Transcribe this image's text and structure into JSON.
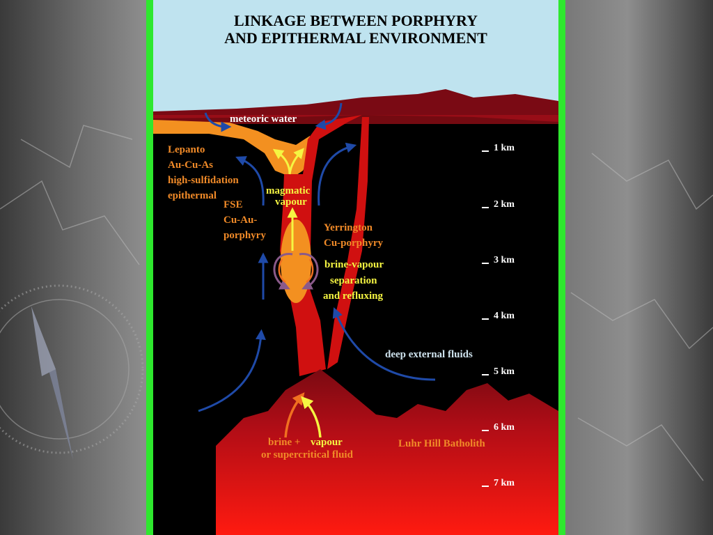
{
  "title": {
    "line1": "LINKAGE BETWEEN PORPHYRY",
    "line2": "AND EPITHERMAL ENVIRONMENT"
  },
  "labels": {
    "meteoric_water": "meteoric water",
    "lepanto": [
      "Lepanto",
      "Au-Cu-As",
      "high-sulfidation",
      "epithermal"
    ],
    "magmatic_vapour": [
      "magmatic",
      "vapour"
    ],
    "fse": [
      "FSE",
      "Cu-Au-",
      "porphyry"
    ],
    "yerrington": [
      "Yerrington",
      "Cu-porphyry"
    ],
    "brine_vapour": [
      "brine-vapour",
      "separation",
      "and refluxing"
    ],
    "deep_external": "deep external fluids",
    "brine_plus": "brine +",
    "vapour": "vapour",
    "supercritical": "or supercritical fluid",
    "batholith": "Luhr Hill Batholith"
  },
  "depth_scale": [
    "1 km",
    "2 km",
    "3 km",
    "4 km",
    "5 km",
    "6 km",
    "7 km"
  ],
  "colors": {
    "frame": "#2ee82e",
    "sky": "#bfe3ef",
    "rock": "#000000",
    "magma": "#d01010",
    "alteration": "#f39020",
    "arrow_blue": "#1f4aa8",
    "arrow_yellow": "#f5f542"
  }
}
